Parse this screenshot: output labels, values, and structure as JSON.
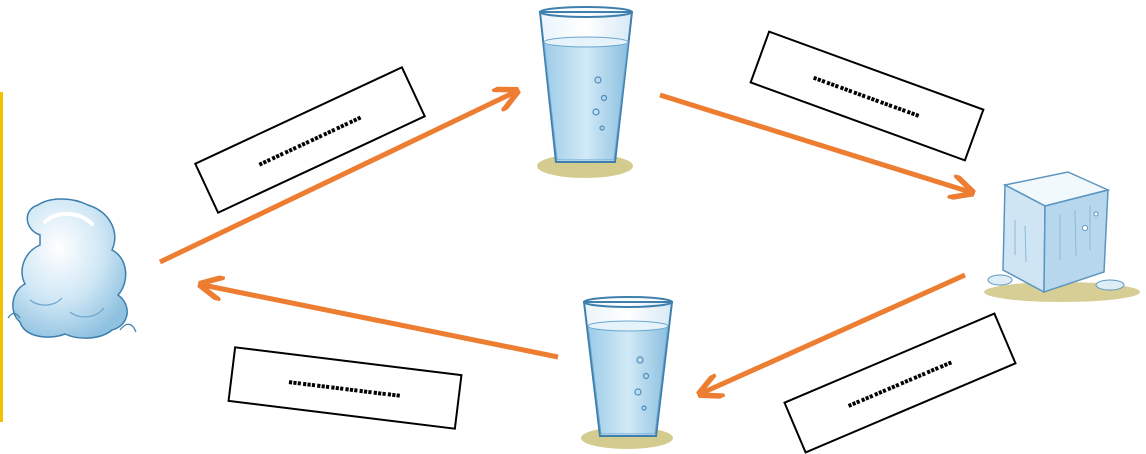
{
  "colors": {
    "arrow": "#ED7D31",
    "accent_bar": "#F2C200",
    "water": "#BFE0F2",
    "water_dark": "#6AA6CF",
    "ice": "#DDEEF7",
    "ground": "#C9BE72"
  },
  "nodes": [
    {
      "id": "vapour-cloud",
      "icon": "water-blob-icon"
    },
    {
      "id": "glass-top",
      "icon": "water-glass-icon"
    },
    {
      "id": "ice-cube",
      "icon": "ice-cube-icon"
    },
    {
      "id": "glass-bottom",
      "icon": "water-glass-icon"
    }
  ],
  "answer_boxes": [
    {
      "placeholder": "……………………"
    },
    {
      "placeholder": "……………………"
    },
    {
      "placeholder": "……………………"
    },
    {
      "placeholder": "……………………"
    }
  ]
}
